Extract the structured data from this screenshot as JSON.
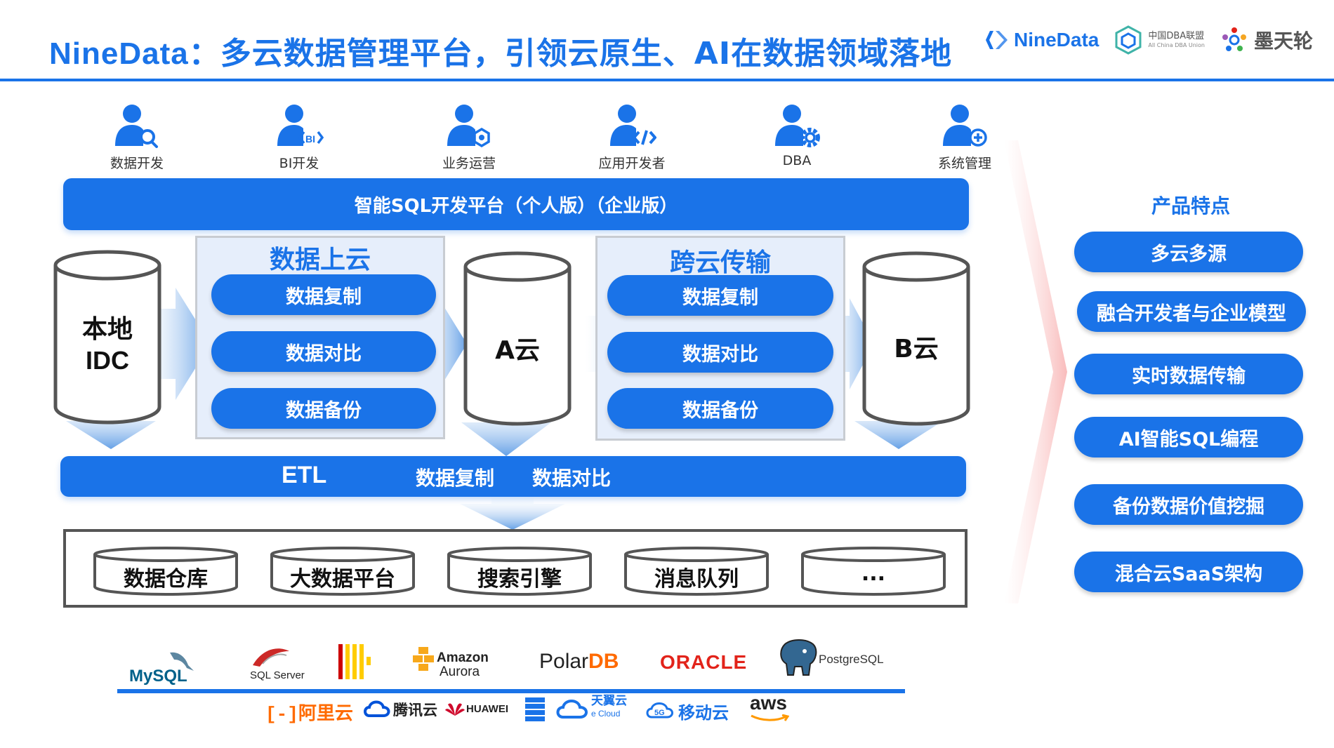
{
  "header": {
    "title_brand": "NineData",
    "title_colon": "：",
    "title_text": "多云数据管理平台，引领云原生、AI在数据领域落地",
    "logos": {
      "ninedata": "NineData",
      "dba_line1": "中国DBA联盟",
      "dba_line2": "All China DBA Union",
      "motianlun": "墨天轮"
    }
  },
  "roles": [
    {
      "label": "数据开发",
      "icon": "user-search-icon"
    },
    {
      "label": "BI开发",
      "icon": "user-bi-icon"
    },
    {
      "label": "业务运营",
      "icon": "user-operations-icon"
    },
    {
      "label": "应用开发者",
      "icon": "user-code-icon"
    },
    {
      "label": "DBA",
      "icon": "user-gear-icon"
    },
    {
      "label": "系统管理",
      "icon": "user-plus-icon"
    }
  ],
  "sql_platform": {
    "label": "智能SQL开发平台（个人版）（企业版）"
  },
  "sources": {
    "local": {
      "line1": "本地",
      "line2": "IDC"
    },
    "cloud_a": "A云",
    "cloud_b": "B云"
  },
  "panels": {
    "upload": {
      "title": "数据上云",
      "items": [
        "数据复制",
        "数据对比",
        "数据备份"
      ]
    },
    "cross": {
      "title": "跨云传输",
      "items": [
        "数据复制",
        "数据对比",
        "数据备份"
      ]
    }
  },
  "etl": {
    "title": "ETL",
    "items": [
      "数据复制",
      "数据对比"
    ]
  },
  "targets": [
    "数据仓库",
    "大数据平台",
    "搜索引擎",
    "消息队列",
    "..."
  ],
  "db_logos": {
    "mysql": "MySQL",
    "sqlserver": "SQL Server",
    "amazon1": "Amazon",
    "amazon2": "Aurora",
    "polardb1": "Polar",
    "polardb2": "DB",
    "oracle": "ORACLE",
    "postgres": "PostgreSQL"
  },
  "cloud_logos": {
    "aliyun": "阿里云",
    "tencent": "腾讯云",
    "huawei": "HUAWEI",
    "tianyi1": "天翼云",
    "tianyi2": "e Cloud",
    "mobile": "移动云",
    "aws": "aws"
  },
  "features": {
    "title": "产品特点",
    "items": [
      "多云多源",
      "融合开发者与企业模型",
      "实时数据传输",
      "AI智能SQL编程",
      "备份数据价值挖掘",
      "混合云SaaS架构"
    ]
  },
  "colors": {
    "primary": "#1a73e8",
    "panel_bg": "#e6eefb",
    "arrow": "#6aa7f0",
    "oracle_red": "#e2231a",
    "aliyun_orange": "#ff6a00",
    "huawei_red": "#cf0a2c"
  }
}
